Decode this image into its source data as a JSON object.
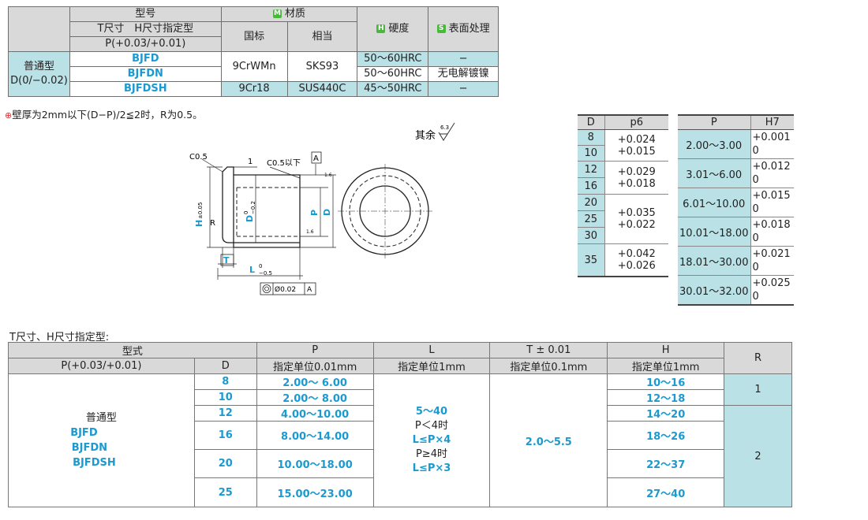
{
  "spec_table": {
    "head_model": "型号",
    "head_material": "材质",
    "mark_m": "M",
    "head_std": "国标",
    "head_equiv": "相当",
    "mark_h": "H",
    "head_hardness": "硬度",
    "mark_s": "S",
    "head_surface": "表面处理",
    "head_th": "T尺寸　H尺寸指定型",
    "head_p": "P(+0.03/+0.01)",
    "type_name": "普通型",
    "type_d": "D(0/−0.02)",
    "rows": [
      {
        "model": "BJFD",
        "std": "9CrWMn",
        "equiv": "SKS93",
        "hardness": "50～60HRC",
        "surface": "−"
      },
      {
        "model": "BJFDN",
        "hardness": "50～60HRC",
        "surface": "无电解镀镍"
      },
      {
        "model": "BJFDSH",
        "std": "9Cr18",
        "equiv": "SUS440C",
        "hardness": "45～50HRC",
        "surface": "−"
      }
    ]
  },
  "note": {
    "icon": "warning-circle-icon",
    "text": "壁厚为2mm以下(D−P)/2≦2时，R为0.5。"
  },
  "drawing": {
    "other": "其余",
    "rough_main": "6.3",
    "rough_small": "1.6",
    "c05": "C0.5",
    "c05_below": "C0.5以下",
    "dim_1": "1",
    "datum_a": "A",
    "label_h": "H",
    "label_h_tol": "±0.05",
    "label_r": "R",
    "label_d": "D",
    "label_d_tol_top": "0",
    "label_d_tol_bot": "−0.2",
    "label_p": "P",
    "label_d2": "D",
    "label_t": "T",
    "label_l": "L",
    "label_l_tol_top": "0",
    "label_l_tol_bot": "−0.5",
    "conc_value": "Ø0.02",
    "conc_datum": "A"
  },
  "tol_d": {
    "col1": "D",
    "col2": "p6",
    "rows": [
      {
        "d": [
          "8",
          "10"
        ],
        "tol": [
          "+0.024",
          "+0.015"
        ]
      },
      {
        "d": [
          "12",
          "16"
        ],
        "tol": [
          "+0.029",
          "+0.018"
        ]
      },
      {
        "d": [
          "20",
          "25",
          "30"
        ],
        "tol": [
          "+0.035",
          "+0.022"
        ]
      },
      {
        "d": [
          "35"
        ],
        "tol": [
          "+0.042",
          "+0.026"
        ]
      }
    ]
  },
  "tol_p": {
    "col1": "P",
    "col2": "H7",
    "rows": [
      {
        "range": "2.00～3.00",
        "up": "+0.001",
        "low": "0"
      },
      {
        "range": "3.01～6.00",
        "up": "+0.012",
        "low": "0"
      },
      {
        "range": "6.01～10.00",
        "up": "+0.015",
        "low": "0"
      },
      {
        "range": "10.01～18.00",
        "up": "+0.018",
        "low": "0"
      },
      {
        "range": "18.01～30.00",
        "up": "+0.021",
        "low": "0"
      },
      {
        "range": "30.01～32.00",
        "up": "+0.025",
        "low": "0"
      }
    ]
  },
  "lower_table": {
    "title": "T尺寸、H尺寸指定型:",
    "head_type": "型式",
    "head_p": "P",
    "head_l": "L",
    "head_t": "T ± 0.01",
    "head_h": "H",
    "head_r": "R",
    "sub_type_p": "P(+0.03/+0.01)",
    "sub_d": "D",
    "sub_p_unit": "指定单位0.01mm",
    "sub_l_unit": "指定单位1mm",
    "sub_t_unit": "指定单位0.1mm",
    "sub_h_unit": "指定单位1mm",
    "type_name": "普通型",
    "models": [
      "BJFD",
      "BJFDN",
      "BJFDSH"
    ],
    "l_range": "5～40",
    "l_cond1": "P＜4时",
    "l_rule1": "L≤P×4",
    "l_cond2": "P≥4时",
    "l_rule2": "L≤P×3",
    "t_range": "2.0～5.5",
    "r_small": "1",
    "r_large": "2",
    "rows": [
      {
        "d": "8",
        "p": "2.00～ 6.00",
        "h": "10～16"
      },
      {
        "d": "10",
        "p": "2.00～ 8.00",
        "h": "12～18"
      },
      {
        "d": "12",
        "p": "4.00～10.00",
        "h": "14～20"
      },
      {
        "d": "16",
        "p": "8.00～14.00",
        "h": "18～26"
      },
      {
        "d": "20",
        "p": "10.00～18.00",
        "h": "22～37"
      },
      {
        "d": "25",
        "p": "15.00～23.00",
        "h": "27～40"
      }
    ]
  },
  "colors": {
    "accent_blue": "#1a9ad0",
    "cyan_fill": "#b9e1e6",
    "header_gray": "#d9d9d9",
    "mark_green": "#48b93b",
    "warn_red": "#e0312f"
  }
}
